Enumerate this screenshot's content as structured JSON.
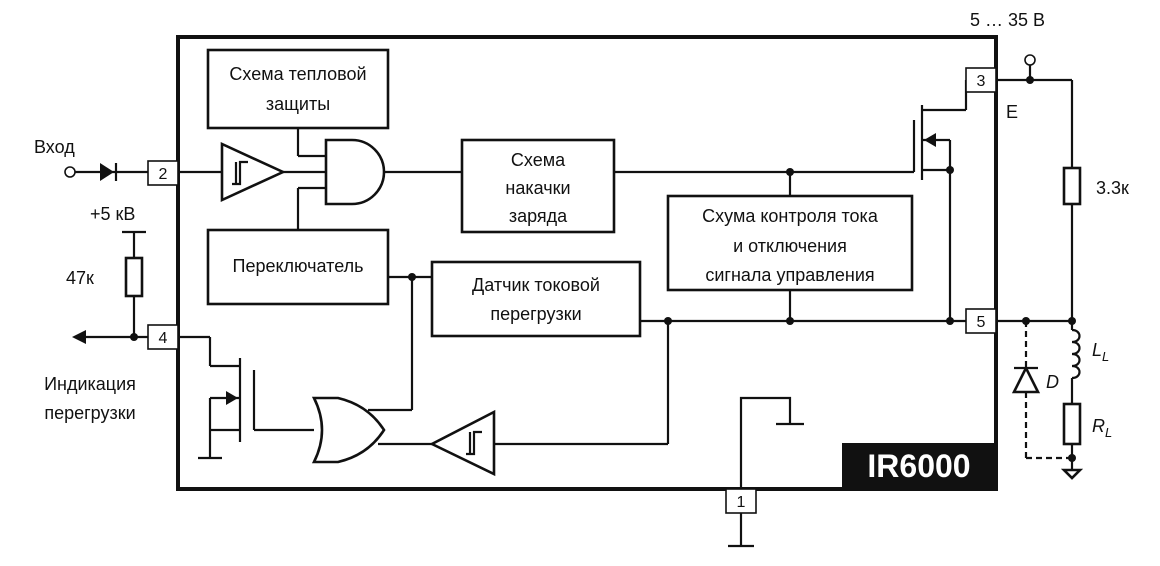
{
  "supply": "5 … 35 В",
  "input_label": "Вход",
  "pullup_voltage": "+5 кВ",
  "pullup_resistor": "47к",
  "overload_label_1": "Индикация",
  "overload_label_2": "перегрузки",
  "thermal_1": "Схема тепловой",
  "thermal_2": "защиты",
  "pump_1": "Схема",
  "pump_2": "накачки",
  "pump_3": "заряда",
  "control_1": "Схума контроля тока",
  "control_2": "и отключения",
  "control_3": "сигнала управления",
  "switch": "Переключатель",
  "sensor_1": "Датчик токовой",
  "sensor_2": "перегрузки",
  "pins": {
    "p1": "1",
    "p2": "2",
    "p3": "3",
    "p4": "4",
    "p5": "5"
  },
  "emitter": "E",
  "r_ext": "3.3к",
  "diode": "D",
  "inductor": "L",
  "inductor_sub": "L",
  "load": "R",
  "load_sub": "L",
  "chip_name": "IR6000"
}
